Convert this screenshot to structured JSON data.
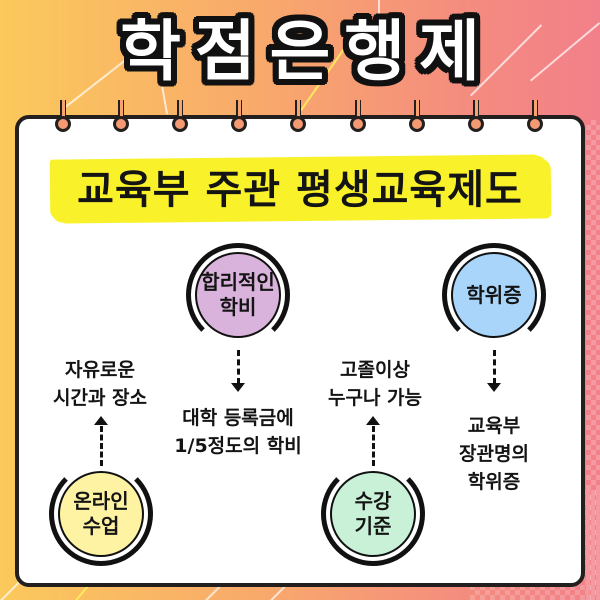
{
  "header": {
    "title": "학점은행제"
  },
  "banner": {
    "subtitle": "교육부 주관 평생교육제도"
  },
  "colors": {
    "background_left": "#fbc95c",
    "background_right": "#f2808a",
    "highlight": "#f9f22a",
    "outline": "#231f1e",
    "ring_fill": "#f49a72"
  },
  "nodes": [
    {
      "id": "online",
      "line1": "온라인",
      "line2": "수업",
      "color": "#fdf3a3",
      "caption_line1": "자유로운",
      "caption_line2": "시간과 장소",
      "arrow": "up"
    },
    {
      "id": "tuition",
      "line1": "합리적인",
      "line2": "학비",
      "color": "#d9b3db",
      "caption_line1": "대학 등록금에",
      "caption_line2": "1/5정도의 학비",
      "arrow": "down"
    },
    {
      "id": "admission",
      "line1": "수강",
      "line2": "기준",
      "color": "#c9f1d8",
      "caption_line1": "고졸이상",
      "caption_line2": "누구나 가능",
      "arrow": "up"
    },
    {
      "id": "degree",
      "line1": "학위증",
      "line2": "",
      "color": "#a9d5fb",
      "caption_line1": "교육부",
      "caption_line2": "장관명의",
      "caption_line3": "학위증",
      "arrow": "down"
    }
  ],
  "icons": {
    "binder_rings": "binder-ring-icon",
    "arrow_up": "dashed-arrow-up-icon",
    "arrow_down": "dashed-arrow-down-icon"
  }
}
